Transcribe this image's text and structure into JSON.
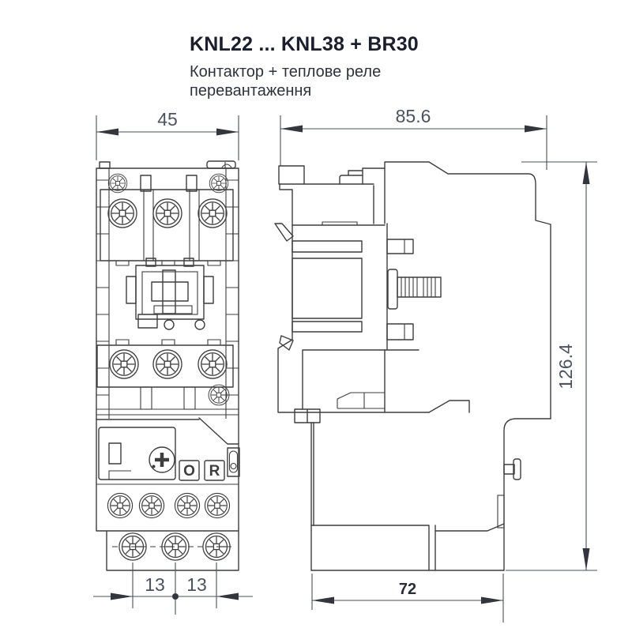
{
  "header": {
    "title": "KNL22 ... KNL38 + BR30",
    "subtitle_line1": "Контактор + теплове реле",
    "subtitle_line2": "перевантаження"
  },
  "dimensions": {
    "front_width": "45",
    "overall_depth": "85.6",
    "overall_height": "126.4",
    "relay_depth": "72",
    "terminal_pitch_left": "13",
    "terminal_pitch_right": "13"
  },
  "relay": {
    "stop_button_label": "O",
    "reset_button_label": "R"
  },
  "colors": {
    "line": "#3d3d3d",
    "dimension_line": "#4a4f58",
    "dimension_text": "#4b5260",
    "dimension_text_bold": "#272c36",
    "title_text": "#1b1f2d",
    "subtitle_text": "#2e323d",
    "background": "#ffffff"
  }
}
